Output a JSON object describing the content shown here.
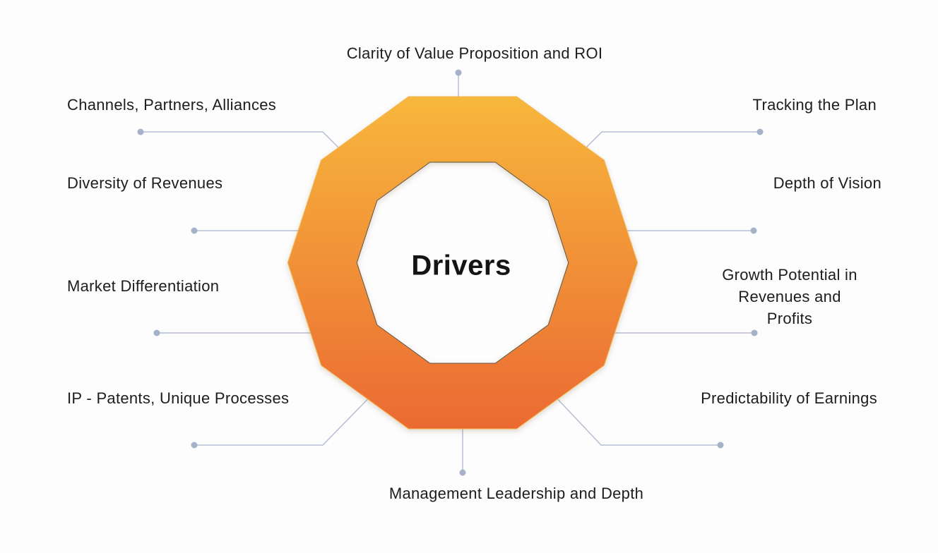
{
  "diagram": {
    "type": "decagon-ring-spider",
    "segments": 10,
    "center_label": "Drivers",
    "labels": [
      {
        "position": "top",
        "text": "Clarity of Value Proposition and ROI"
      },
      {
        "position": "top-right",
        "text": "Tracking the Plan"
      },
      {
        "position": "right-upper",
        "text": "Depth of Vision"
      },
      {
        "position": "right-middle",
        "text": "Growth Potential in\nRevenues and Profits"
      },
      {
        "position": "bottom-right",
        "text": "Predictability of Earnings"
      },
      {
        "position": "bottom",
        "text": "Management Leadership and Depth"
      },
      {
        "position": "bottom-left",
        "text": "IP - Patents, Unique Processes"
      },
      {
        "position": "left-middle",
        "text": "Market Differentiation"
      },
      {
        "position": "left-upper",
        "text": "Diversity of Revenues"
      },
      {
        "position": "top-left",
        "text": "Channels, Partners, Alliances"
      }
    ]
  },
  "colors": {
    "ring_top": "#F7B73C",
    "ring_bottom": "#EB6A33",
    "ring_stroke": "#F3B54A",
    "inner_outline": "#5B544C",
    "connector": "#B5BED3",
    "dot": "#A6B1CA",
    "label_text": "#1D1D1F",
    "center_text": "#141414",
    "background": "#FDFDFE"
  }
}
